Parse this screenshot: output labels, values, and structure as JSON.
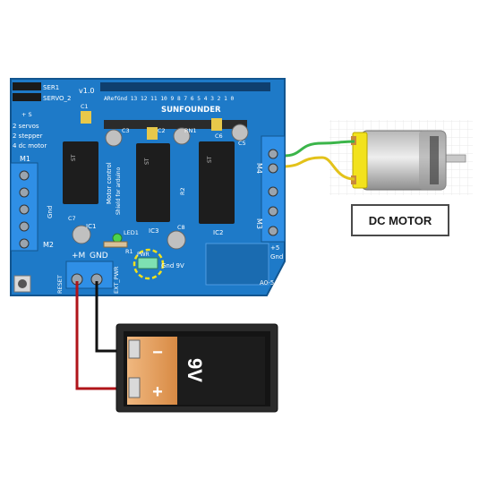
{
  "board": {
    "brand": "SUNFOUNDER",
    "version": "v1.0",
    "aref_row": "ARefGnd 13 12 11 10 9 8 7 6 5 4 3 2 1 0",
    "servo1": "SER1",
    "servo2": "SERVO_2",
    "notes": [
      "2  servos",
      "2  stepper",
      "4  dc motor"
    ],
    "plus_s": "+  S",
    "side_text_1": "Motor control",
    "side_text_2": "Shield for arduino",
    "m1": "M1",
    "m2": "M2",
    "m3": "M3",
    "m4": "M4",
    "gnd_left": "Gnd",
    "plus_m": "+M",
    "gnd_bottom": "GND",
    "ext_pwr": "EXT_PWR",
    "reset": "RESET",
    "pwr": "PWR",
    "gnd_9v": "Gnd  9V",
    "plus5": "+5",
    "gnd_right": "Gnd",
    "a0_5": "A0-5",
    "ic1": "IC1",
    "ic2": "IC2",
    "ic3": "IC3",
    "c1": "C1",
    "c2": "C2",
    "c3": "C3",
    "c5": "C5",
    "c6": "C6",
    "c7": "C7",
    "c8": "C8",
    "rn1": "RN1",
    "r1": "R1",
    "r2": "R2",
    "led1": "LED1",
    "chip_marks": [
      "ST",
      "ST",
      "ST"
    ]
  },
  "motor": {
    "label": "DC MOTOR"
  },
  "battery": {
    "minus": "−",
    "plus": "+",
    "voltage": "9V"
  },
  "colors": {
    "pcb": "#1e7ac8",
    "terminal": "#2f8fe6",
    "wire_red": "#b0141a",
    "wire_black": "#111111",
    "wire_green": "#3bb54a",
    "wire_yellow": "#e3c21a",
    "motor_cap": "#f2e21c",
    "battery_orange": "#e8a15a",
    "highlight": "#f5e21a"
  }
}
